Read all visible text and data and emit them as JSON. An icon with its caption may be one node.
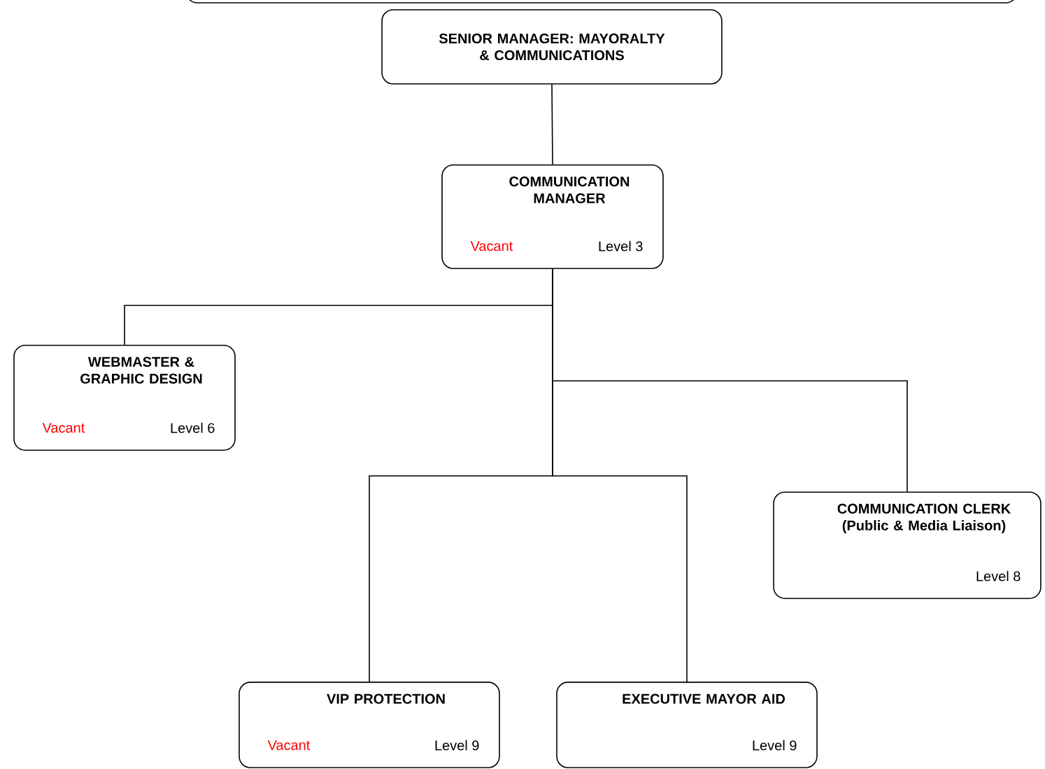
{
  "diagram": {
    "nodes": [
      {
        "text": [],
        "shape": "box"
      },
      {
        "text": [
          "SENIOR MANAGER: MAYORALTY & COMMUNICATIONS"
        ]
      },
      {
        "text": [
          "COMMUNICATION MANAGER",
          "Vacant",
          "Level 3"
        ]
      },
      {
        "text": [
          "WEBMASTER & GRAPHIC DESIGN",
          "Vacant",
          "Level 6"
        ]
      },
      {
        "text": [
          "COMMUNICATION CLERK (Public & Media Liaison)",
          "Level 8"
        ]
      },
      {
        "text": [
          "VIP PROTECTION",
          "Vacant",
          "Level 9"
        ]
      },
      {
        "text": [
          "EXECUTIVE MAYOR AID",
          "Level 9"
        ]
      }
    ],
    "edges": [
      {
        "from": 1,
        "to": 2,
        "arrow": "none"
      },
      {
        "from": 2,
        "to": 3,
        "arrow": "none"
      },
      {
        "from": 2,
        "to": 4,
        "arrow": "none"
      },
      {
        "from": 2,
        "to": 5,
        "arrow": "none"
      },
      {
        "from": 2,
        "to": 6,
        "arrow": "none"
      }
    ]
  }
}
